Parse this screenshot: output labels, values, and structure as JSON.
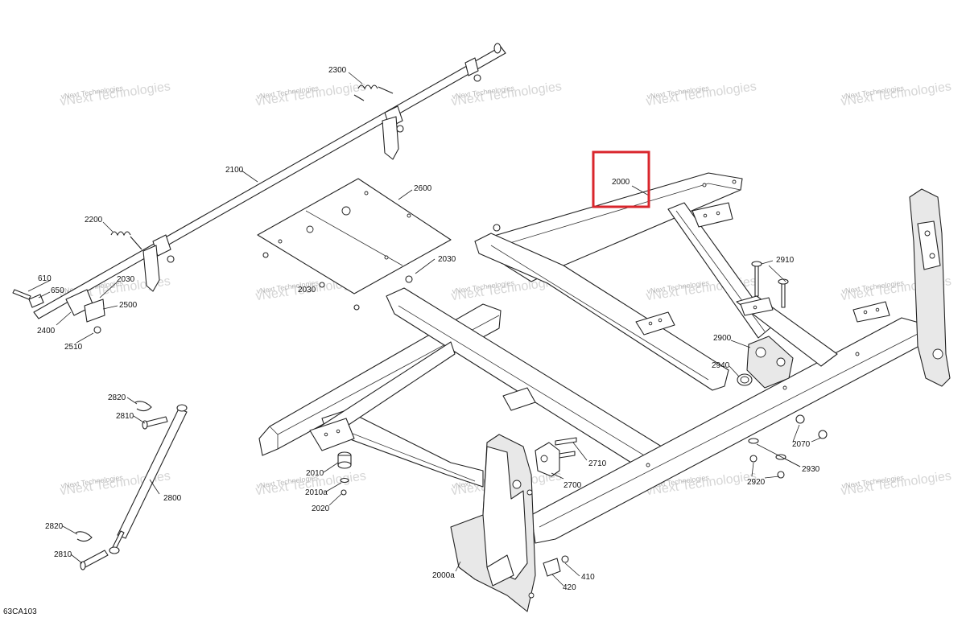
{
  "diagram_code": "63CA103",
  "watermark": "vNext Technologies",
  "highlight": {
    "label": "2000",
    "color": "#d9262c"
  },
  "callouts": [
    {
      "id": "2300",
      "text": "2300"
    },
    {
      "id": "2100",
      "text": "2100"
    },
    {
      "id": "2600",
      "text": "2600"
    },
    {
      "id": "2000",
      "text": "2000"
    },
    {
      "id": "2200",
      "text": "2200"
    },
    {
      "id": "2030a",
      "text": "2030"
    },
    {
      "id": "2030b",
      "text": "2030"
    },
    {
      "id": "2030c",
      "text": "2030"
    },
    {
      "id": "2910",
      "text": "2910"
    },
    {
      "id": "610",
      "text": "610"
    },
    {
      "id": "650",
      "text": "650"
    },
    {
      "id": "2500",
      "text": "2500"
    },
    {
      "id": "2400",
      "text": "2400"
    },
    {
      "id": "2510",
      "text": "2510"
    },
    {
      "id": "2900",
      "text": "2900"
    },
    {
      "id": "2940",
      "text": "2940"
    },
    {
      "id": "2820a",
      "text": "2820"
    },
    {
      "id": "2810a",
      "text": "2810"
    },
    {
      "id": "2070",
      "text": "2070"
    },
    {
      "id": "2710",
      "text": "2710"
    },
    {
      "id": "2930",
      "text": "2930"
    },
    {
      "id": "2010",
      "text": "2010"
    },
    {
      "id": "2010a",
      "text": "2010a"
    },
    {
      "id": "2700",
      "text": "2700"
    },
    {
      "id": "2920",
      "text": "2920"
    },
    {
      "id": "2800",
      "text": "2800"
    },
    {
      "id": "2020",
      "text": "2020"
    },
    {
      "id": "2820b",
      "text": "2820"
    },
    {
      "id": "2810b",
      "text": "2810"
    },
    {
      "id": "2000a",
      "text": "2000a"
    },
    {
      "id": "410",
      "text": "410"
    },
    {
      "id": "420",
      "text": "420"
    }
  ]
}
